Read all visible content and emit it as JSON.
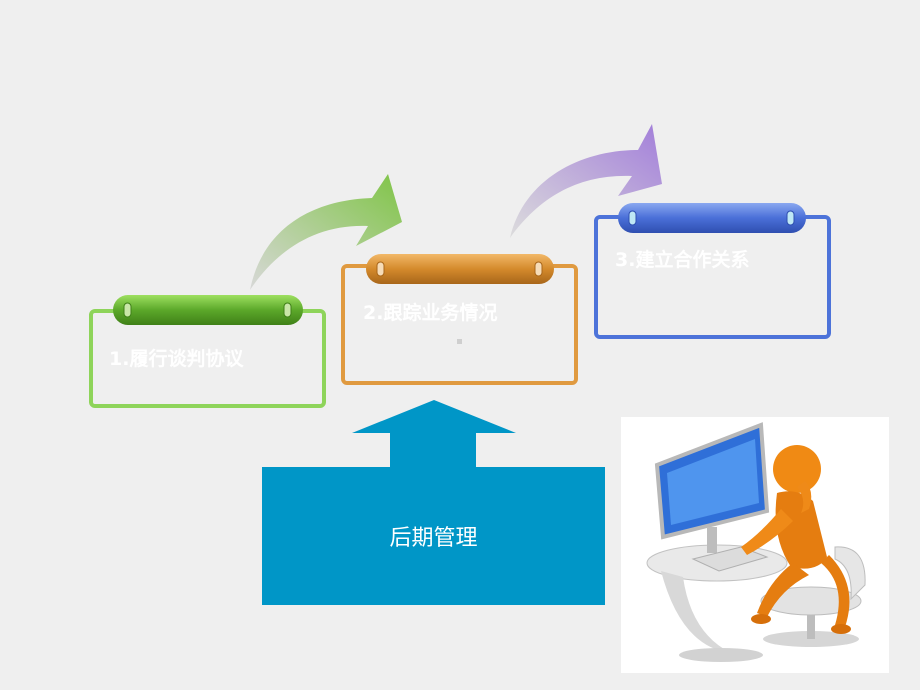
{
  "steps": [
    {
      "label": "1.履行谈判协议",
      "color": "#8ed45a"
    },
    {
      "label": "2.跟踪业务情况",
      "color": "#e09a40"
    },
    {
      "label": "3.建立合作关系",
      "color": "#4d73d9"
    }
  ],
  "management": {
    "label": "后期管理",
    "color": "#0096c7"
  },
  "illustration": {
    "subject": "3d-figure-at-computer"
  }
}
